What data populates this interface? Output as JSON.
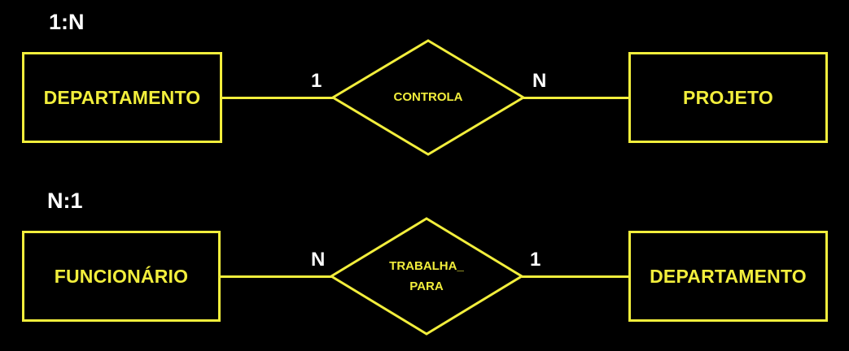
{
  "colors": {
    "background": "#000000",
    "accent": "#f2ee3c",
    "text": "#ffffff"
  },
  "relationships": [
    {
      "cardinality_title": "1:N",
      "left_entity": "DEPARTAMENTO",
      "relationship": "CONTROLA",
      "right_entity": "PROJETO",
      "left_cardinality": "1",
      "right_cardinality": "N"
    },
    {
      "cardinality_title": "N:1",
      "left_entity": "FUNCIONÁRIO",
      "relationship": "TRABALHA_\nPARA",
      "right_entity": "DEPARTAMENTO",
      "left_cardinality": "N",
      "right_cardinality": "1"
    }
  ]
}
